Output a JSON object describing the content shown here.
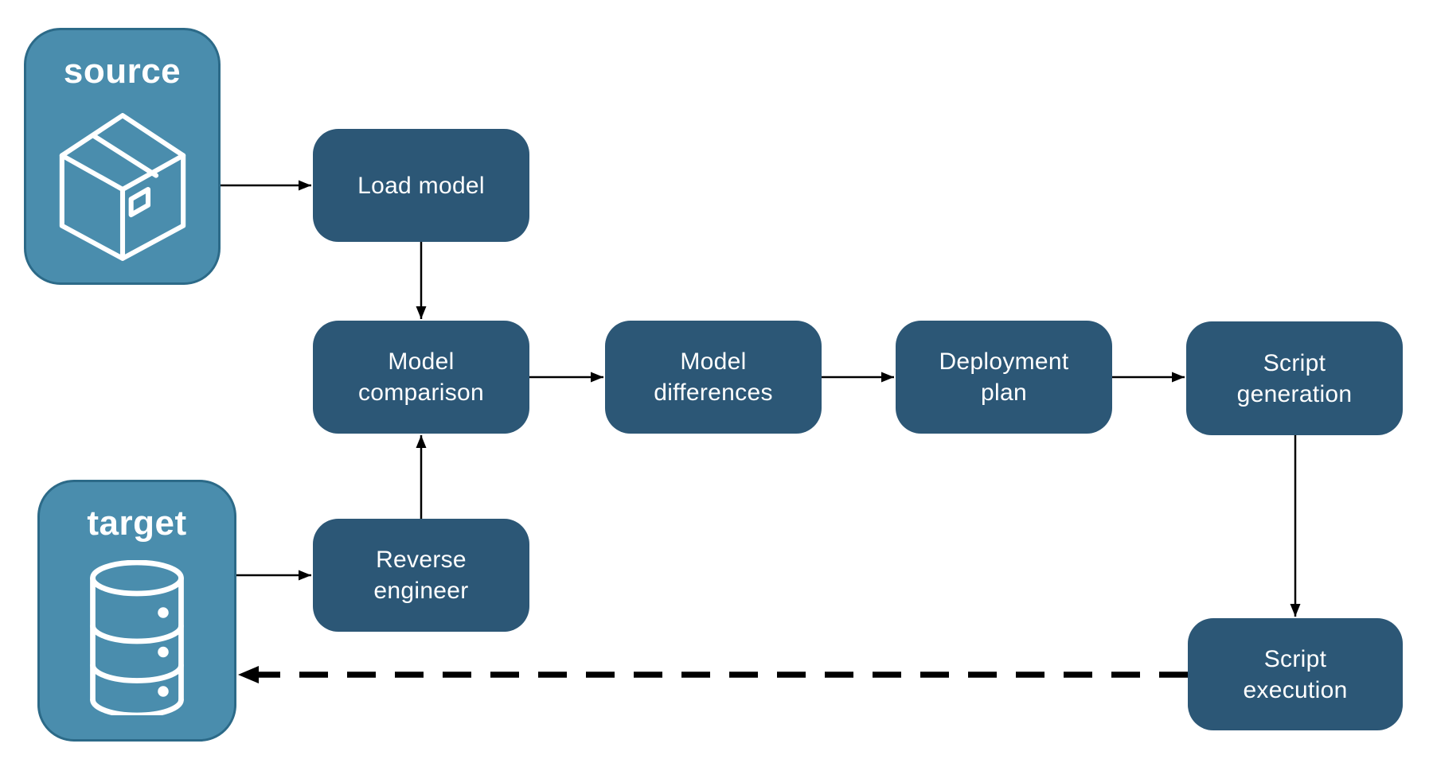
{
  "diagram": {
    "title": "model deployment pipeline flowchart",
    "colors": {
      "background": "#ffffff",
      "entity_fill": "#4a8dad",
      "entity_stroke": "#2c6a88",
      "process_fill": "#2c5776",
      "label_text": "#ffffff",
      "arrow": "#000000"
    },
    "entities": {
      "source": {
        "label": "source",
        "icon": "package-icon"
      },
      "target": {
        "label": "target",
        "icon": "database-icon"
      }
    },
    "processes": {
      "load_model": {
        "label": "Load model"
      },
      "model_comparison": {
        "label": "Model comparison"
      },
      "model_differences": {
        "label": "Model differences"
      },
      "deployment_plan": {
        "label": "Deployment plan"
      },
      "script_generation": {
        "label": "Script generation"
      },
      "reverse_engineer": {
        "label": "Reverse engineer"
      },
      "script_execution": {
        "label": "Script execution"
      }
    },
    "edges": [
      {
        "from": "source",
        "to": "load_model",
        "style": "solid"
      },
      {
        "from": "load_model",
        "to": "model_comparison",
        "style": "solid"
      },
      {
        "from": "target",
        "to": "reverse_engineer",
        "style": "solid"
      },
      {
        "from": "reverse_engineer",
        "to": "model_comparison",
        "style": "solid"
      },
      {
        "from": "model_comparison",
        "to": "model_differences",
        "style": "solid"
      },
      {
        "from": "model_differences",
        "to": "deployment_plan",
        "style": "solid"
      },
      {
        "from": "deployment_plan",
        "to": "script_generation",
        "style": "solid"
      },
      {
        "from": "script_generation",
        "to": "script_execution",
        "style": "solid"
      },
      {
        "from": "script_execution",
        "to": "target",
        "style": "dashed"
      }
    ]
  }
}
